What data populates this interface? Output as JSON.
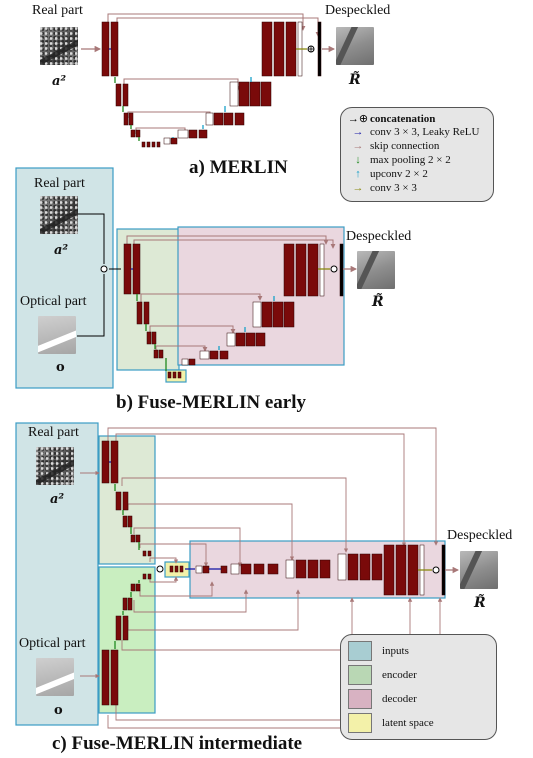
{
  "panel_a": {
    "input_label": "Real part",
    "input_var": "a²",
    "output_label": "Despeckled",
    "output_var": "R̃",
    "caption": "a) MERLIN"
  },
  "panel_b": {
    "input_label": "Real part",
    "input_var": "a²",
    "optical_label": "Optical part",
    "optical_var": "o",
    "output_label": "Despeckled",
    "output_var": "R̃",
    "caption": "b) Fuse-MERLIN early"
  },
  "panel_c": {
    "input_label": "Real part",
    "input_var": "a²",
    "optical_label": "Optical part",
    "optical_var": "o",
    "output_label": "Despeckled",
    "output_var": "R̃",
    "caption": "c) Fuse-MERLIN intermediate"
  },
  "legend_ops": {
    "items": [
      {
        "symbol": "→⊕",
        "label": "concatenation",
        "color": "#000000"
      },
      {
        "symbol": "→",
        "label": "conv 3 × 3, Leaky ReLU",
        "color": "#1a1aa6"
      },
      {
        "symbol": "→",
        "label": "skip connection",
        "color": "#a87878"
      },
      {
        "symbol": "↓",
        "label": "max pooling 2 × 2",
        "color": "#1f8a1f"
      },
      {
        "symbol": "↑",
        "label": "upconv 2 × 2",
        "color": "#1aa0c8"
      },
      {
        "symbol": "→",
        "label": "conv 3 × 3",
        "color": "#8a8a10"
      }
    ]
  },
  "legend_regions": {
    "items": [
      {
        "label": "inputs",
        "color": "#a8cdd2"
      },
      {
        "label": "encoder",
        "color": "#b9d7b4"
      },
      {
        "label": "decoder",
        "color": "#d8b2c2"
      },
      {
        "label": "latent space",
        "color": "#f3f1a9"
      }
    ]
  },
  "colors": {
    "block": "#7a0a0a",
    "conv_arrow": "#1a1aa6",
    "skip": "#a87878",
    "pool": "#1f8a1f",
    "upconv": "#1aa0c8",
    "final_conv": "#8a8a10",
    "input_region": "#d0e4e6",
    "encoder_region": "#dde9d5",
    "decoder_region": "#ead7df",
    "latent_region": "#f3f1a9",
    "region_border": "#3b9cc4"
  }
}
